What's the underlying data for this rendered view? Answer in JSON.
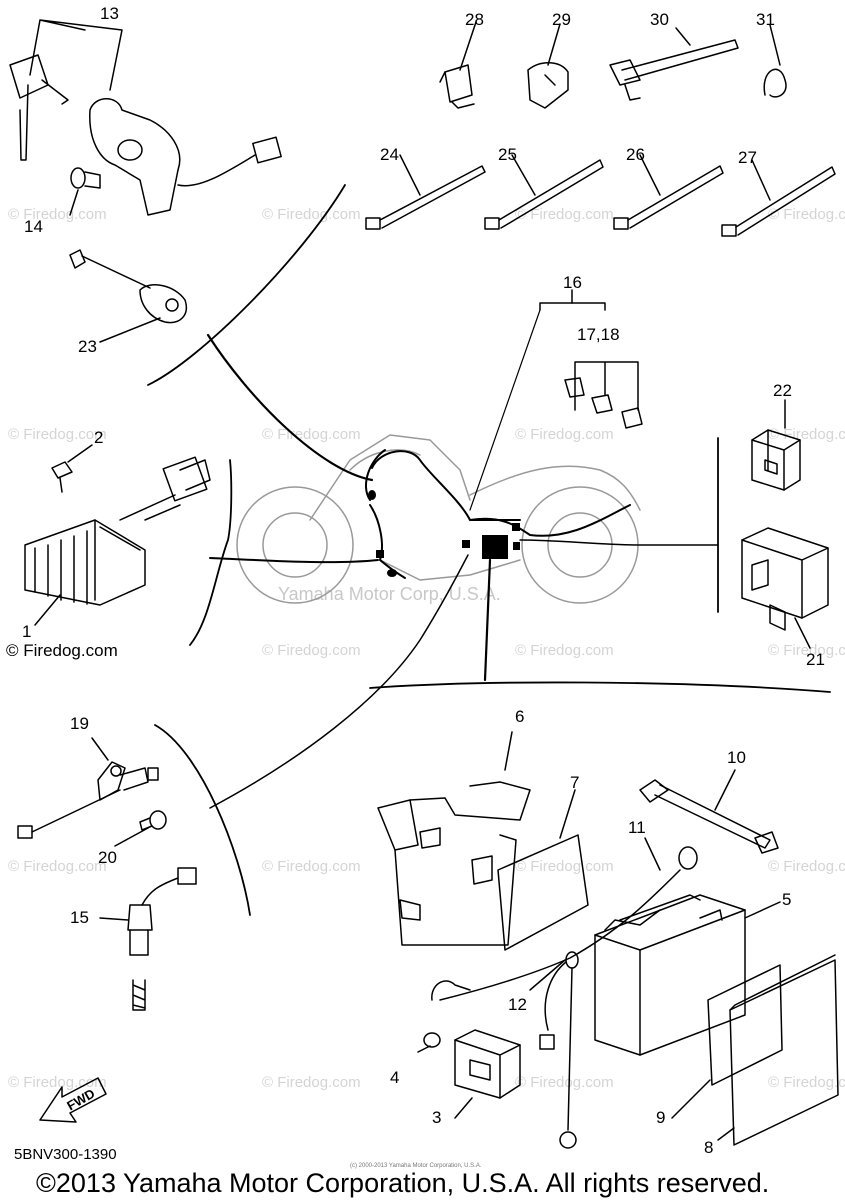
{
  "watermark": "© Firedog.com",
  "center_watermark": "Yamaha Motor Corp, U.S.A.",
  "credit_label": "© Firedog.com",
  "small_credit": "(c) 2000-2013 Yamaha Motor Corporation, U.S.A.",
  "diagram_code": "5BNV300-1390",
  "copyright": "©2013 Yamaha Motor Corporation, U.S.A. All rights reserved.",
  "fwd_label": "FWD",
  "part_labels": {
    "p1": "1",
    "p2": "2",
    "p3": "3",
    "p4": "4",
    "p5": "5",
    "p6": "6",
    "p7": "7",
    "p8": "8",
    "p9": "9",
    "p10": "10",
    "p11": "11",
    "p12": "12",
    "p13": "13",
    "p14": "14",
    "p15": "15",
    "p16": "16",
    "p17_18": "17,18",
    "p19": "19",
    "p20": "20",
    "p21": "21",
    "p22": "22",
    "p23": "23",
    "p24": "24",
    "p25": "25",
    "p26": "26",
    "p27": "27",
    "p28": "28",
    "p29": "29",
    "p30": "30",
    "p31": "31"
  },
  "colors": {
    "ink": "#000000",
    "watermark": "#d4d4d4"
  }
}
